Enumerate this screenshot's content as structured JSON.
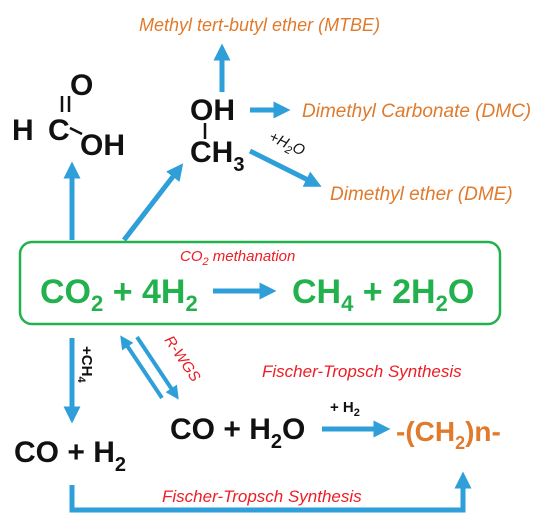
{
  "colors": {
    "arrow": "#2e9fd8",
    "green": "#22b14c",
    "orange": "#e07a2c",
    "red": "#ee1c24",
    "black": "#111111"
  },
  "formic": {
    "o": "O",
    "h": "H",
    "c": "C",
    "oh": "OH"
  },
  "methanol": {
    "oh": "OH",
    "ch": "CH",
    "sub": "3"
  },
  "products": {
    "mtbe": "Methyl tert-butyl ether (MTBE)",
    "dmc": "Dimethyl Carbonate (DMC)",
    "dme": "Dimethyl ether (DME)"
  },
  "h2o_label": {
    "plus": "+",
    "h": "H",
    "sub": "2",
    "o": "O"
  },
  "methanation": {
    "label_a": "CO",
    "label_sub": "2",
    "label_b": " methanation",
    "lhs_a": "CO",
    "lhs_sub1": "2",
    "lhs_b": " + 4H",
    "lhs_sub2": "2",
    "rhs_a": "CH",
    "rhs_sub1": "4",
    "rhs_b": " + 2H",
    "rhs_sub2": "2",
    "rhs_c": "O"
  },
  "ch4_label": {
    "plus": "+",
    "ch": "CH",
    "sub": "4"
  },
  "rwgs": "R-WGS",
  "ft_top": "Fischer-Tropsch Synthesis",
  "ft_bottom": "Fischer-Tropsch Synthesis",
  "syngas_left": {
    "a": "CO + H",
    "sub": "2"
  },
  "syngas_mid": {
    "a": "CO + H",
    "sub": "2",
    "b": "O"
  },
  "h2_label": {
    "a": "+ H",
    "sub": "2"
  },
  "hydrocarbon": {
    "a": "-(CH",
    "sub": "2",
    "b": ")n-"
  }
}
